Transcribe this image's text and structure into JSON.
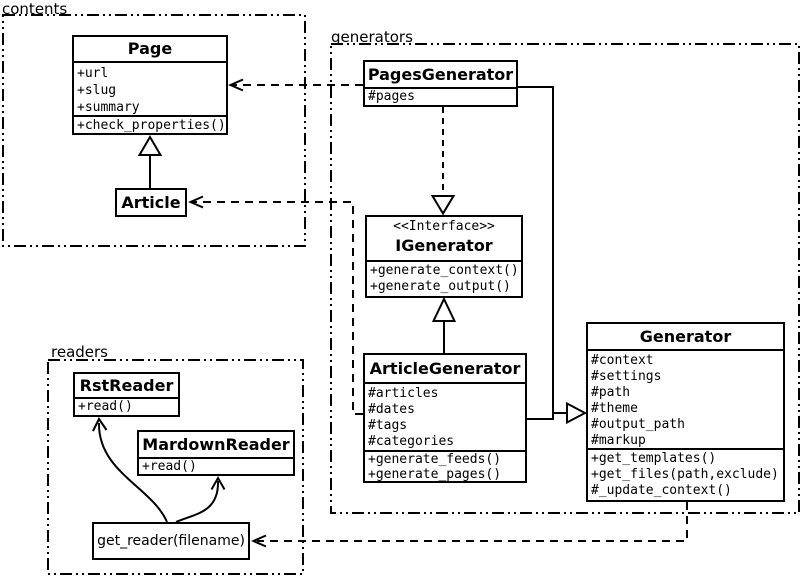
{
  "diagram": {
    "title": "UML class diagram",
    "colors": {
      "line": "#000000",
      "background": "#ffffff"
    },
    "packages": {
      "contents": {
        "label": "contents"
      },
      "generators": {
        "label": "generators"
      },
      "readers": {
        "label": "readers"
      }
    },
    "classes": {
      "page": {
        "title": "Page",
        "attributes": [
          "+url",
          "+slug",
          "+summary"
        ],
        "methods": [
          "+check_properties()"
        ]
      },
      "article": {
        "title": "Article"
      },
      "pages_generator": {
        "title": "PagesGenerator",
        "attributes": [
          "#pages"
        ]
      },
      "igenerator": {
        "stereotype": "<<Interface>>",
        "title": "IGenerator",
        "methods": [
          "+generate_context()",
          "+generate_output()"
        ]
      },
      "article_generator": {
        "title": "ArticleGenerator",
        "attributes": [
          "#articles",
          "#dates",
          "#tags",
          "#categories"
        ],
        "methods": [
          "+generate_feeds()",
          "+generate_pages()"
        ]
      },
      "generator": {
        "title": "Generator",
        "attributes": [
          "#context",
          "#settings",
          "#path",
          "#theme",
          "#output_path",
          "#markup"
        ],
        "methods": [
          "+get_templates()",
          "+get_files(path,exclude)",
          "#_update_context()"
        ]
      },
      "rst_reader": {
        "title": "RstReader",
        "methods": [
          "+read()"
        ]
      },
      "mardown_reader": {
        "title": "MardownReader",
        "methods": [
          "+read()"
        ]
      },
      "get_reader": {
        "label": "get_reader(filename)"
      }
    }
  }
}
